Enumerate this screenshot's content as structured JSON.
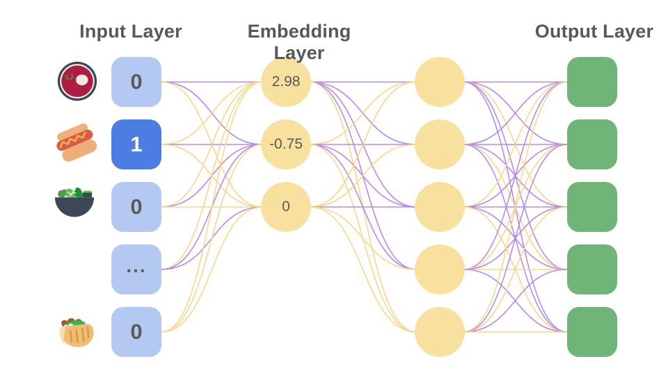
{
  "titles": {
    "input": "Input Layer",
    "embedding": "Embedding Layer",
    "output": "Output Layer"
  },
  "palette": {
    "input_node": "#b4c9f2",
    "input_node_active": "#4b7de3",
    "yellow_node": "#f8e19e",
    "output_node": "#71b478",
    "edge_purple": "#b88ae6",
    "edge_yellow": "#f6d78d",
    "title_text": "#58585a",
    "node_text": "#5b5b5b",
    "active_text": "#ffffff"
  },
  "input_layer": {
    "nodes": [
      {
        "value": "0",
        "icon": "soup-icon",
        "active": false
      },
      {
        "value": "1",
        "icon": "hotdog-icon",
        "active": true
      },
      {
        "value": "0",
        "icon": "salad-icon",
        "active": false
      },
      {
        "value": "...",
        "icon": "none",
        "active": false
      },
      {
        "value": "0",
        "icon": "pita-icon",
        "active": false
      }
    ]
  },
  "embedding_layer": {
    "nodes": [
      {
        "value": "2.98"
      },
      {
        "value": "-0.75"
      },
      {
        "value": "0"
      }
    ]
  },
  "hidden_layer": {
    "node_count": 5
  },
  "output_layer": {
    "node_count": 5
  },
  "edges": {
    "input_to_embedding": [
      [
        "purple",
        "purple",
        "yellow"
      ],
      [
        "yellow",
        "purple",
        "yellow"
      ],
      [
        "yellow",
        "purple",
        "yellow"
      ],
      [
        "yellow",
        "purple",
        "purple"
      ],
      [
        "yellow",
        "yellow",
        "yellow"
      ]
    ],
    "embedding_to_hidden": [
      [
        "purple",
        "purple",
        "purple",
        "purple",
        "yellow"
      ],
      [
        "yellow",
        "purple",
        "purple",
        "purple",
        "yellow"
      ],
      [
        "yellow",
        "yellow",
        "purple",
        "yellow",
        "yellow"
      ]
    ],
    "hidden_to_output": [
      [
        "purple",
        "purple",
        "yellow",
        "purple",
        "purple"
      ],
      [
        "purple",
        "purple",
        "purple",
        "yellow",
        "purple"
      ],
      [
        "yellow",
        "purple",
        "purple",
        "purple",
        "yellow"
      ],
      [
        "purple",
        "yellow",
        "purple",
        "yellow",
        "purple"
      ],
      [
        "yellow",
        "purple",
        "yellow",
        "purple",
        "yellow"
      ]
    ]
  }
}
